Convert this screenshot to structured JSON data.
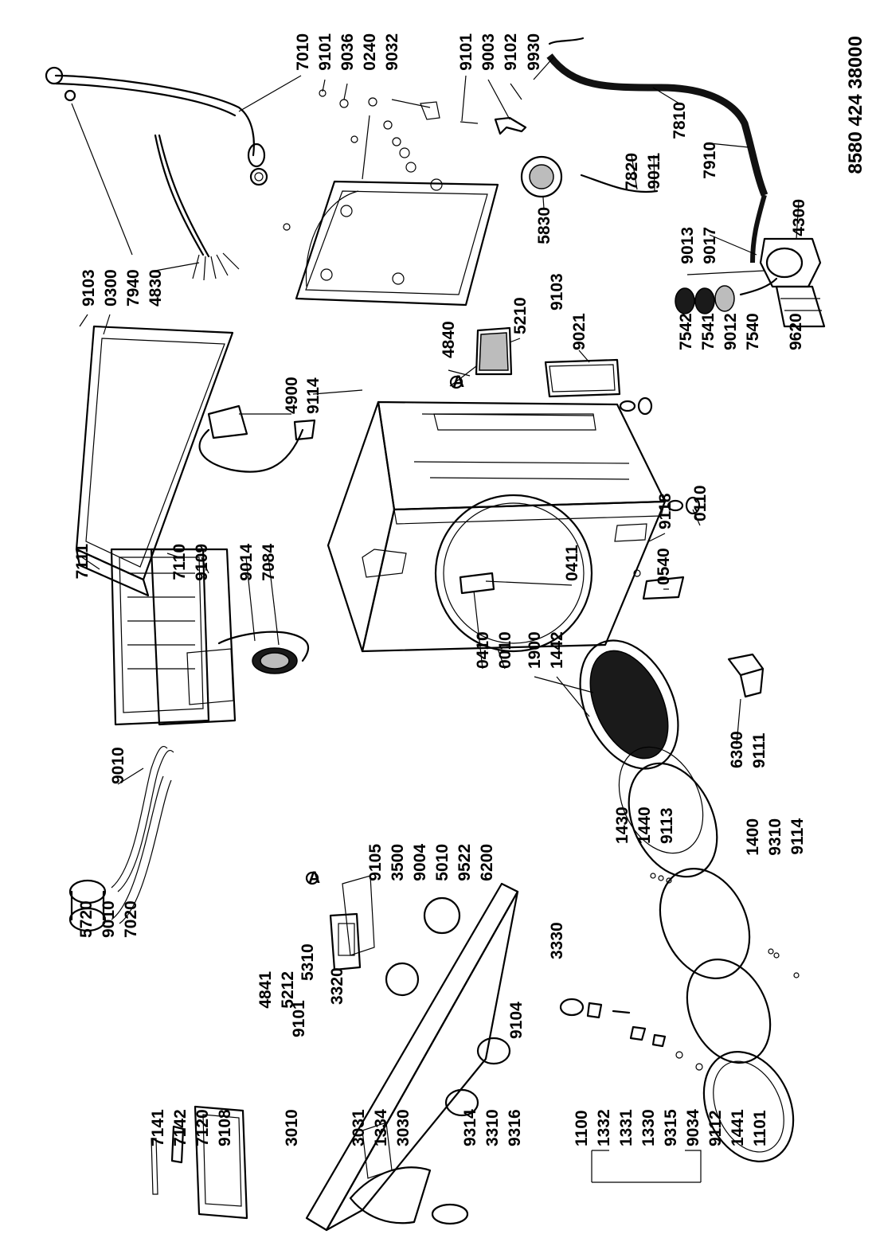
{
  "document_code": "8580 424 38000",
  "part_numbers": [
    "7010",
    "9101",
    "9036",
    "0240",
    "9032",
    "9101",
    "9003",
    "9102",
    "9930",
    "7810",
    "7910",
    "4300",
    "7820",
    "9011",
    "5830",
    "9017",
    "9013",
    "9103",
    "0300",
    "7940",
    "4830",
    "5210",
    "4900",
    "9114",
    "9103",
    "9021",
    "4840",
    "7542",
    "7541",
    "9012",
    "7540",
    "9620",
    "7111",
    "7110",
    "9109",
    "9014",
    "7084",
    "0110",
    "9118",
    "0411",
    "0540",
    "9010",
    "0410",
    "0010",
    "1900",
    "1442",
    "6300",
    "9111",
    "9105",
    "3500",
    "9004",
    "5010",
    "9522",
    "6200",
    "4841",
    "5212",
    "5310",
    "3320",
    "3330",
    "1430",
    "1440",
    "9113",
    "1400",
    "9310",
    "9114",
    "5720",
    "9010",
    "7020",
    "9101",
    "9104",
    "7141",
    "7142",
    "7120",
    "9108",
    "3010",
    "3031",
    "1334",
    "3030",
    "9314",
    "3310",
    "9316",
    "1100",
    "1332",
    "1331",
    "1330",
    "9315",
    "9034",
    "9112",
    "1441",
    "1101"
  ],
  "callout_markers": [
    "A",
    "A"
  ]
}
